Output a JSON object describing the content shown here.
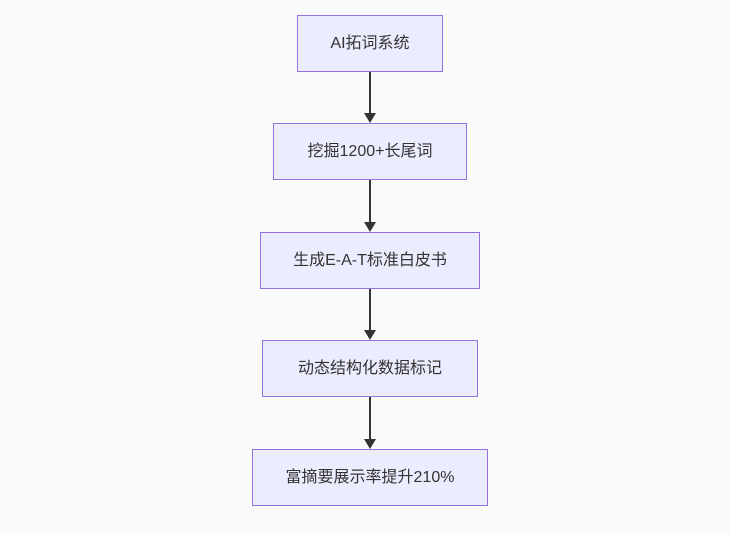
{
  "diagram": {
    "type": "flowchart",
    "direction": "top-down",
    "colors": {
      "background": "#fafafa",
      "node_fill": "#ECECFF",
      "node_border": "#9370DB",
      "node_text": "#333333",
      "arrow": "#333333"
    },
    "nodes": [
      {
        "label": "AI拓词系统"
      },
      {
        "label": "挖掘1200+长尾词"
      },
      {
        "label": "生成E-A-T标准白皮书"
      },
      {
        "label": "动态结构化数据标记"
      },
      {
        "label": "富摘要展示率提升210%"
      }
    ],
    "edges": [
      {
        "from": 0,
        "to": 1
      },
      {
        "from": 1,
        "to": 2
      },
      {
        "from": 2,
        "to": 3
      },
      {
        "from": 3,
        "to": 4
      }
    ]
  }
}
